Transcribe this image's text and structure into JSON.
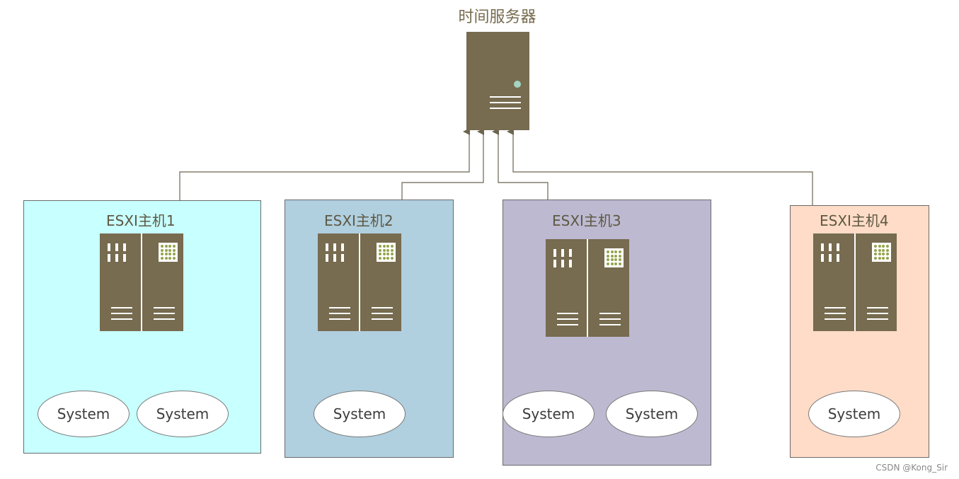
{
  "time_server": {
    "label": "时间服务器",
    "colors": {
      "body": "#776b50",
      "led": "#a4d5c0"
    }
  },
  "hosts": [
    {
      "label": "ESXI主机1",
      "background": "#c8ffff",
      "systems": [
        "System",
        "System"
      ]
    },
    {
      "label": "ESXI主机2",
      "background": "#b0cfdf",
      "systems": [
        "System"
      ]
    },
    {
      "label": "ESXI主机3",
      "background": "#bdb9d1",
      "systems": [
        "System",
        "System"
      ]
    },
    {
      "label": "ESXI主机4",
      "background": "#fedcc7",
      "systems": [
        "System"
      ]
    }
  ],
  "connector_color": "#6b6450",
  "watermark": "CSDN @Kong_Sir"
}
